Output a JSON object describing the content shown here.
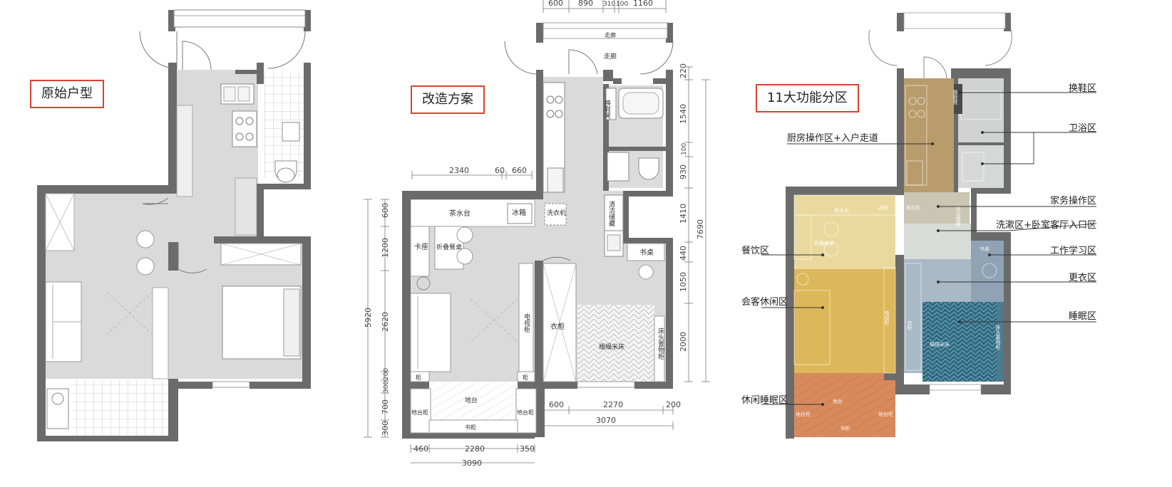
{
  "panels": {
    "original": {
      "title": "原始户型"
    },
    "renovated": {
      "title": "改造方案",
      "rooms": {
        "corridor": "走廊",
        "shoe_stool": "换鞋凳",
        "tea_bar": "茶水台",
        "fridge": "冰箱",
        "booth": "卡座",
        "folding_table": "折叠餐桌",
        "washer": "洗衣机",
        "cleaning_storage": "清洁储藏",
        "desk": "书桌",
        "tv_cabinet": "电视柜",
        "wardrobe": "衣柜",
        "tatami_bed": "榻榻米床",
        "bedside_shelf": "床头置物柜",
        "cabinet_left": "柜",
        "cabinet_right": "柜",
        "platform": "地台",
        "platform_cabinet_left": "地台柜",
        "platform_cabinet_right": "地台柜",
        "bookcase": "书柜"
      },
      "dimensions": {
        "top": [
          "600",
          "890",
          "310",
          "100",
          "1160"
        ],
        "mid_top": [
          "2340",
          "60",
          "660"
        ],
        "right": [
          "220",
          "1540",
          "100",
          "930",
          "1410",
          "440",
          "1050",
          "2000"
        ],
        "right_total": "7690",
        "left": [
          "600",
          "1200",
          "2620",
          "200",
          "300",
          "700",
          "300"
        ],
        "left_total": "5920",
        "bottom_right": [
          "600",
          "2270",
          "200"
        ],
        "bottom_right_total": "3070",
        "bottom_left": [
          "460",
          "2280",
          "350"
        ],
        "bottom_left_total": "3090"
      }
    },
    "zones": {
      "title": "11大功能分区",
      "labels": {
        "kitchen": "厨房操作区+入户走道",
        "dining": "餐饮区",
        "living": "会客休闲区",
        "leisure_sleep": "休闲睡眠区",
        "shoe": "换鞋区",
        "bath": "卫浴区",
        "household": "家务操作区",
        "wash": "洗漱区+卧室客厅入口区",
        "study": "工作学习区",
        "dressing": "更衣区",
        "sleep": "睡眠区"
      },
      "colors": {
        "kitchen": "#b89c6c",
        "dining": "#ead99e",
        "living": "#ddb85a",
        "leisure": "#de8d5e",
        "household": "#c9c6b4",
        "bath": "#d1d3d3",
        "wash": "#d8dcd9",
        "study": "#8fa3b4",
        "dressing": "#a9b9c6",
        "sleep": "#3f6f86"
      }
    }
  }
}
